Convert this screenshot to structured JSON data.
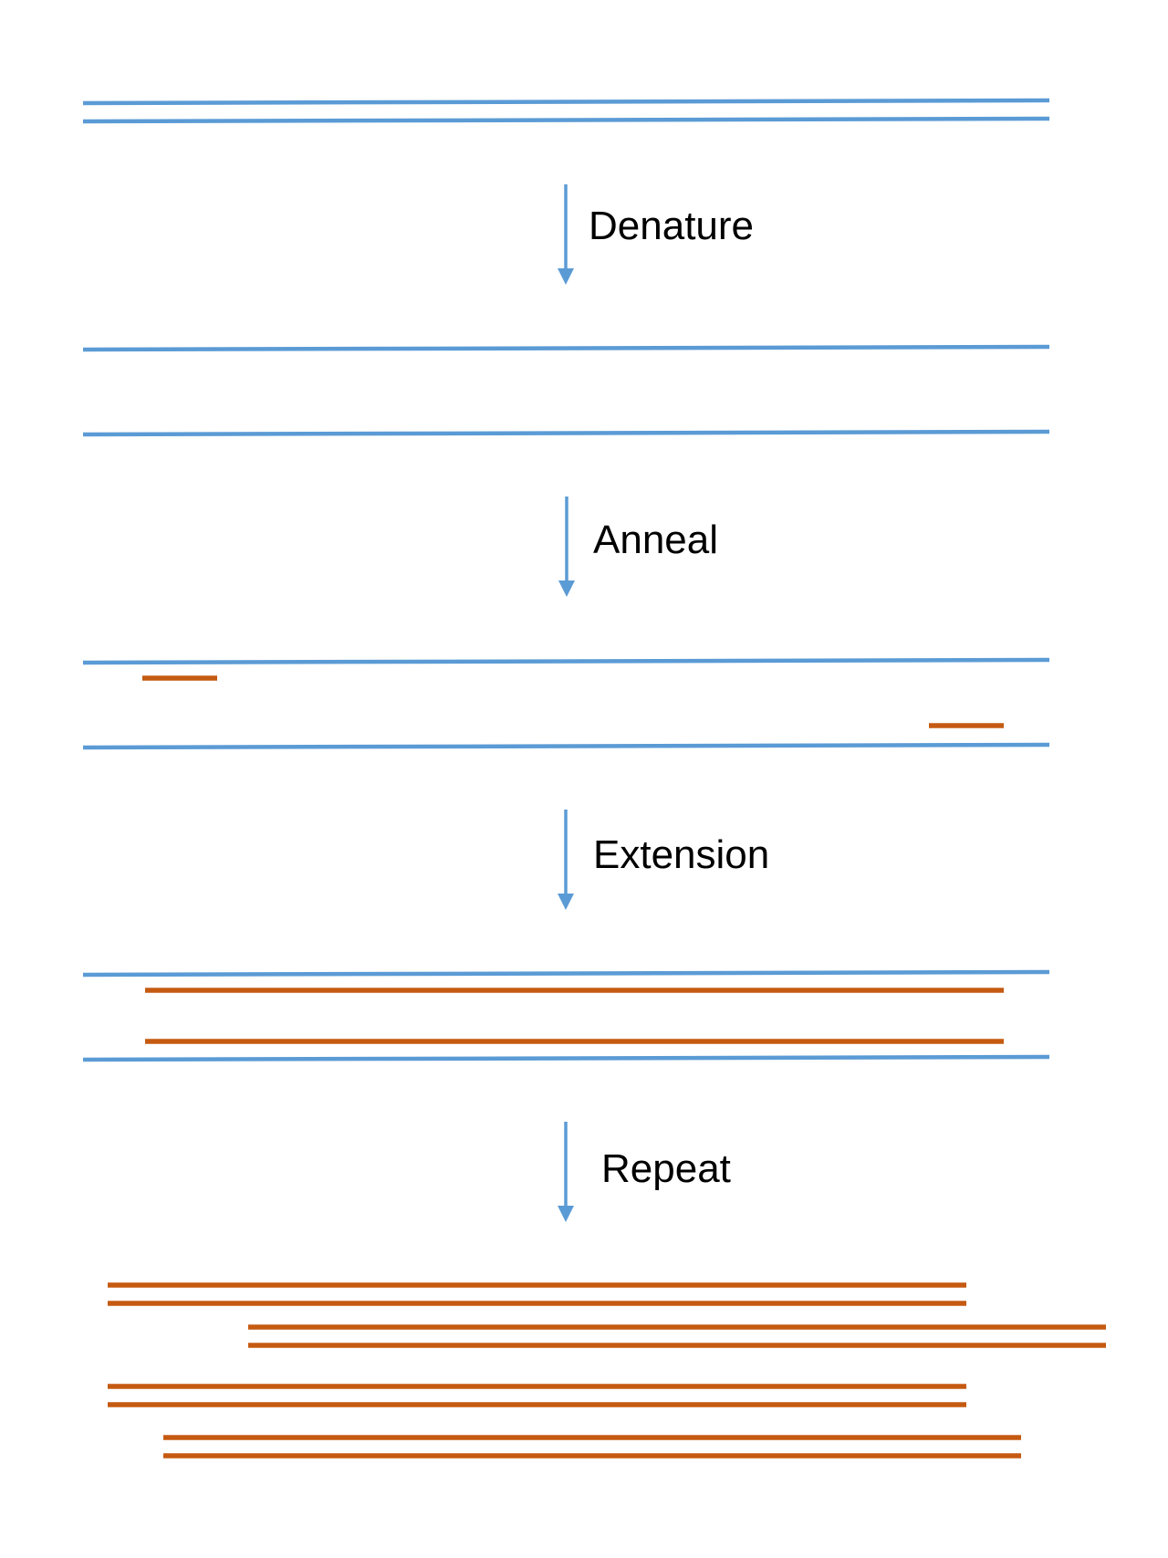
{
  "colors": {
    "template_strand": "#5b9bd5",
    "new_strand": "#c55a11",
    "arrow": "#5b9bd5",
    "label_text": "#000000",
    "background": "#ffffff"
  },
  "steps": [
    {
      "label": "Denature"
    },
    {
      "label": "Anneal"
    },
    {
      "label": "Extension"
    },
    {
      "label": "Repeat"
    }
  ],
  "stages": [
    {
      "name": "double-stranded-dna",
      "template_strands": 2,
      "new_strands": 0
    },
    {
      "name": "separated-strands",
      "template_strands": 2,
      "new_strands": 0
    },
    {
      "name": "primers-annealed",
      "template_strands": 2,
      "new_strands": 2
    },
    {
      "name": "extended-strands",
      "template_strands": 2,
      "new_strands": 2
    },
    {
      "name": "amplified-copies",
      "template_strands": 0,
      "new_strands": 8
    }
  ]
}
